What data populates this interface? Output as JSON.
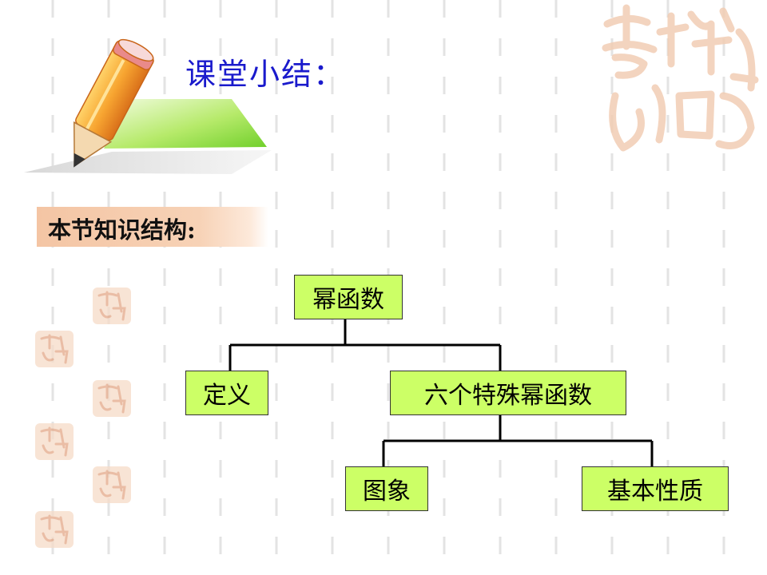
{
  "slide": {
    "title": "课堂小结：",
    "section_label": "本节知识结构:"
  },
  "diagram": {
    "root": "幂函数",
    "level1": [
      "定义",
      "六个特殊幂函数"
    ],
    "level2": [
      "图象",
      "基本性质"
    ]
  },
  "colors": {
    "title": "#1a1acc",
    "node_fill": "#ccff66",
    "label_band": "#f4c5a4",
    "stamp": "#f6dcc8"
  },
  "decor": {
    "watermark_icon": "auspicious-calligraphy-watermark",
    "title_icon": "pencil-icon"
  }
}
